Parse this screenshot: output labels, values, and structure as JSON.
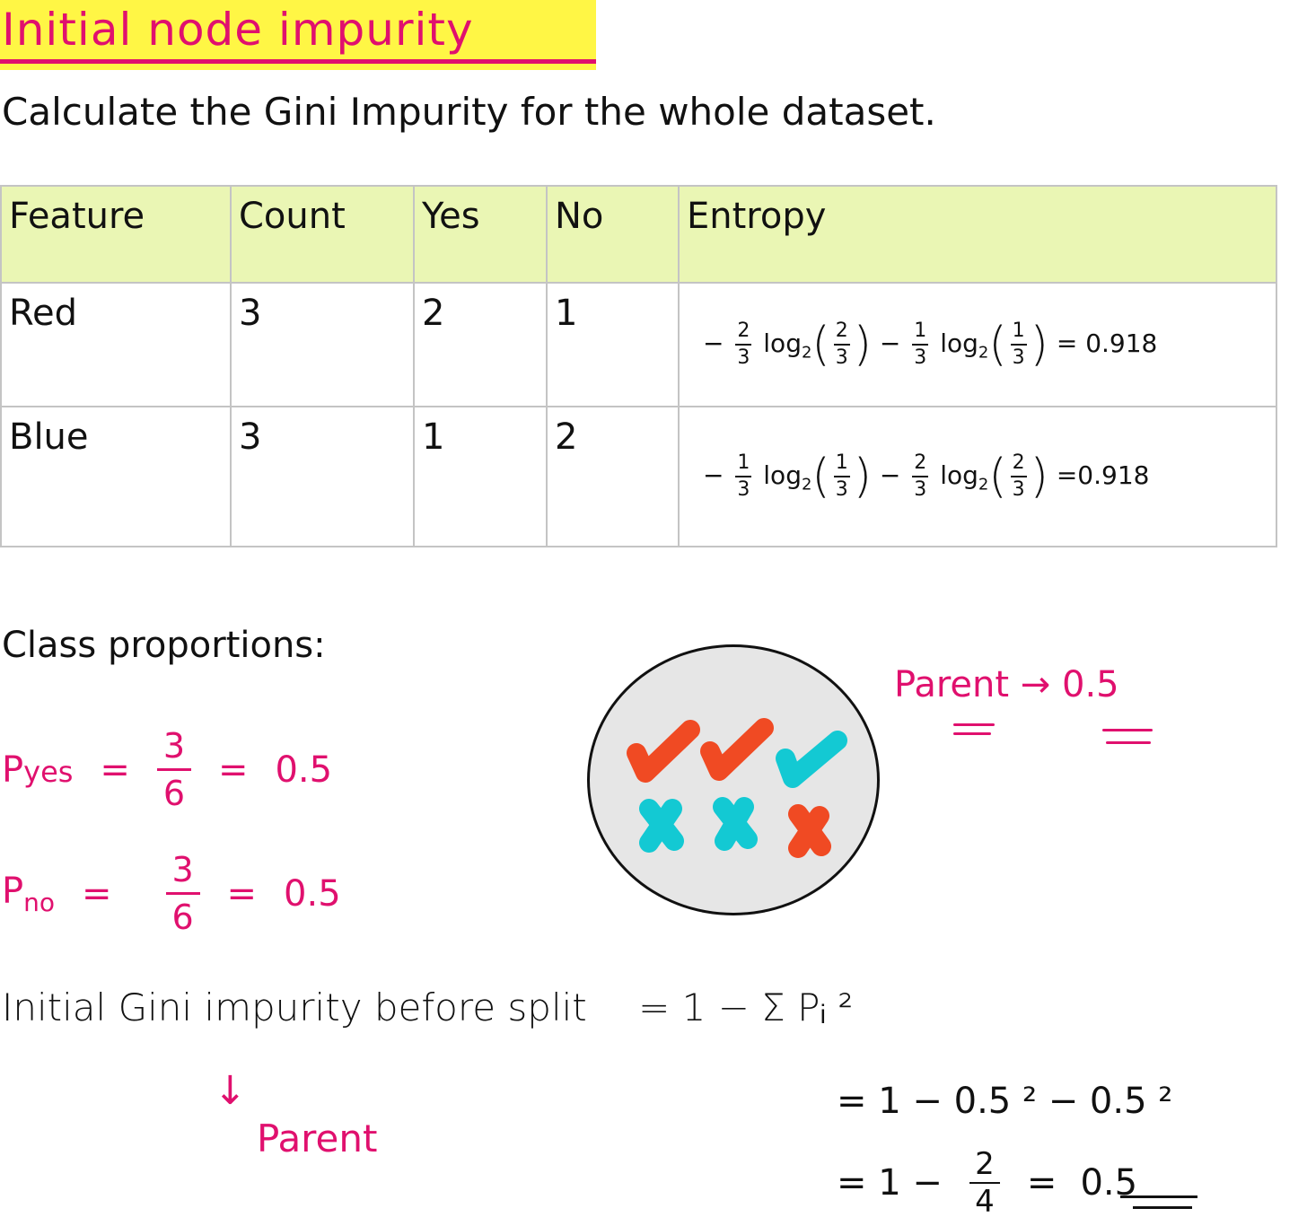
{
  "header": {
    "title": "Initial node impurity",
    "subtitle": "Calculate the Gini Impurity for the whole dataset."
  },
  "table": {
    "columns": [
      "Feature",
      "Count",
      "Yes",
      "No",
      "Entropy"
    ],
    "rows": [
      {
        "feature": "Red",
        "count": "3",
        "yes": "2",
        "no": "1",
        "entropy": {
          "term1_coef_num": "2",
          "term1_coef_den": "3",
          "term1_arg_num": "2",
          "term1_arg_den": "3",
          "term2_coef_num": "1",
          "term2_coef_den": "3",
          "term2_arg_num": "1",
          "term2_arg_den": "3",
          "log": "log",
          "base": "2",
          "result": "= 0.918"
        }
      },
      {
        "feature": "Blue",
        "count": "3",
        "yes": "1",
        "no": "2",
        "entropy": {
          "term1_coef_num": "1",
          "term1_coef_den": "3",
          "term1_arg_num": "1",
          "term1_arg_den": "3",
          "term2_coef_num": "2",
          "term2_coef_den": "3",
          "term2_arg_num": "2",
          "term2_arg_den": "3",
          "log": "log",
          "base": "2",
          "result": "=0.918"
        }
      }
    ]
  },
  "proportions": {
    "heading": "Class proportions:",
    "p_yes": {
      "label": "P",
      "sub": "yes",
      "eq": "=",
      "num": "3",
      "den": "6",
      "eq2": "=",
      "value": "0.5"
    },
    "p_no": {
      "label": "P",
      "sub": "no",
      "eq": "=",
      "num": "3",
      "den": "6",
      "eq2": "=",
      "value": "0.5"
    }
  },
  "diagram": {
    "marks": [
      {
        "type": "check",
        "color": "#f04a23"
      },
      {
        "type": "check",
        "color": "#f04a23"
      },
      {
        "type": "check",
        "color": "#13c9d3"
      },
      {
        "type": "cross",
        "color": "#13c9d3"
      },
      {
        "type": "cross",
        "color": "#13c9d3"
      },
      {
        "type": "cross",
        "color": "#f04a23"
      }
    ],
    "annotation_label": "Parent",
    "annotation_arrow": "→",
    "annotation_value": "0.5"
  },
  "gini": {
    "statement": "Initial Gini impurity before split",
    "formula": "=   1 − Σ Pᵢ ²",
    "arrow": "↓",
    "parent_label": "Parent",
    "step1": "=   1 −  0.5 ² − 0.5 ²",
    "step2_prefix": "=  1 −",
    "step2_num": "2",
    "step2_den": "4",
    "step2_eq": "=",
    "step2_result": "0.5"
  },
  "colors": {
    "accent_pink": "#e0106e",
    "highlight_yellow": "#fff645",
    "header_green": "#eaf6b4",
    "orange": "#f04a23",
    "cyan": "#13c9d3",
    "circle_fill": "#e6e6e6"
  }
}
